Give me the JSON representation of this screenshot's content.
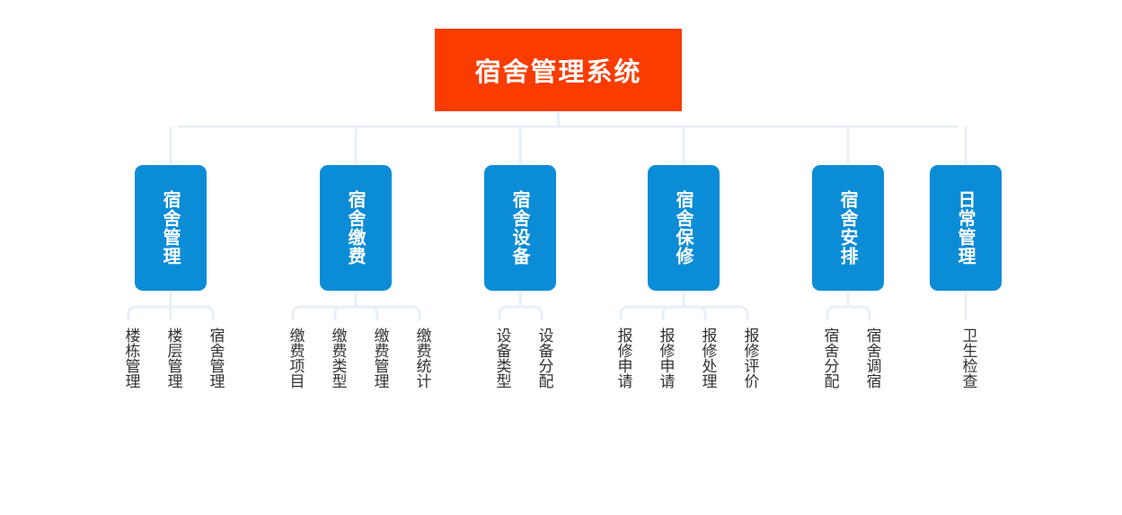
{
  "diagram": {
    "type": "organization-tree",
    "title": "宿舍管理系统",
    "orientation": "top-down",
    "colors": {
      "root_bg": "#fa3c00",
      "root_text": "#ffffff",
      "branch_bg": "#0b8cd6",
      "branch_text": "#ffffff",
      "leaf_text": "#333333",
      "connector": "#e8eff7",
      "background": "#ffffff"
    },
    "root": {
      "label": "宿舍管理系统"
    },
    "branches": [
      {
        "label": "宿舍管理",
        "leaves": [
          {
            "label": "楼栋管理"
          },
          {
            "label": "楼层管理"
          },
          {
            "label": "宿舍管理"
          }
        ]
      },
      {
        "label": "宿舍缴费",
        "leaves": [
          {
            "label": "缴费项目"
          },
          {
            "label": "缴费类型"
          },
          {
            "label": "缴费管理"
          },
          {
            "label": "缴费统计"
          }
        ]
      },
      {
        "label": "宿舍设备",
        "leaves": [
          {
            "label": "设备类型"
          },
          {
            "label": "设备分配"
          }
        ]
      },
      {
        "label": "宿舍保修",
        "leaves": [
          {
            "label": "报修申请"
          },
          {
            "label": "报修申请"
          },
          {
            "label": "报修处理"
          },
          {
            "label": "报修评价"
          }
        ]
      },
      {
        "label": "宿舍安排",
        "leaves": [
          {
            "label": "宿舍分配"
          },
          {
            "label": "宿舍调宿"
          }
        ]
      },
      {
        "label": "日常管理",
        "leaves": [
          {
            "label": "卫生检查"
          }
        ]
      }
    ]
  }
}
